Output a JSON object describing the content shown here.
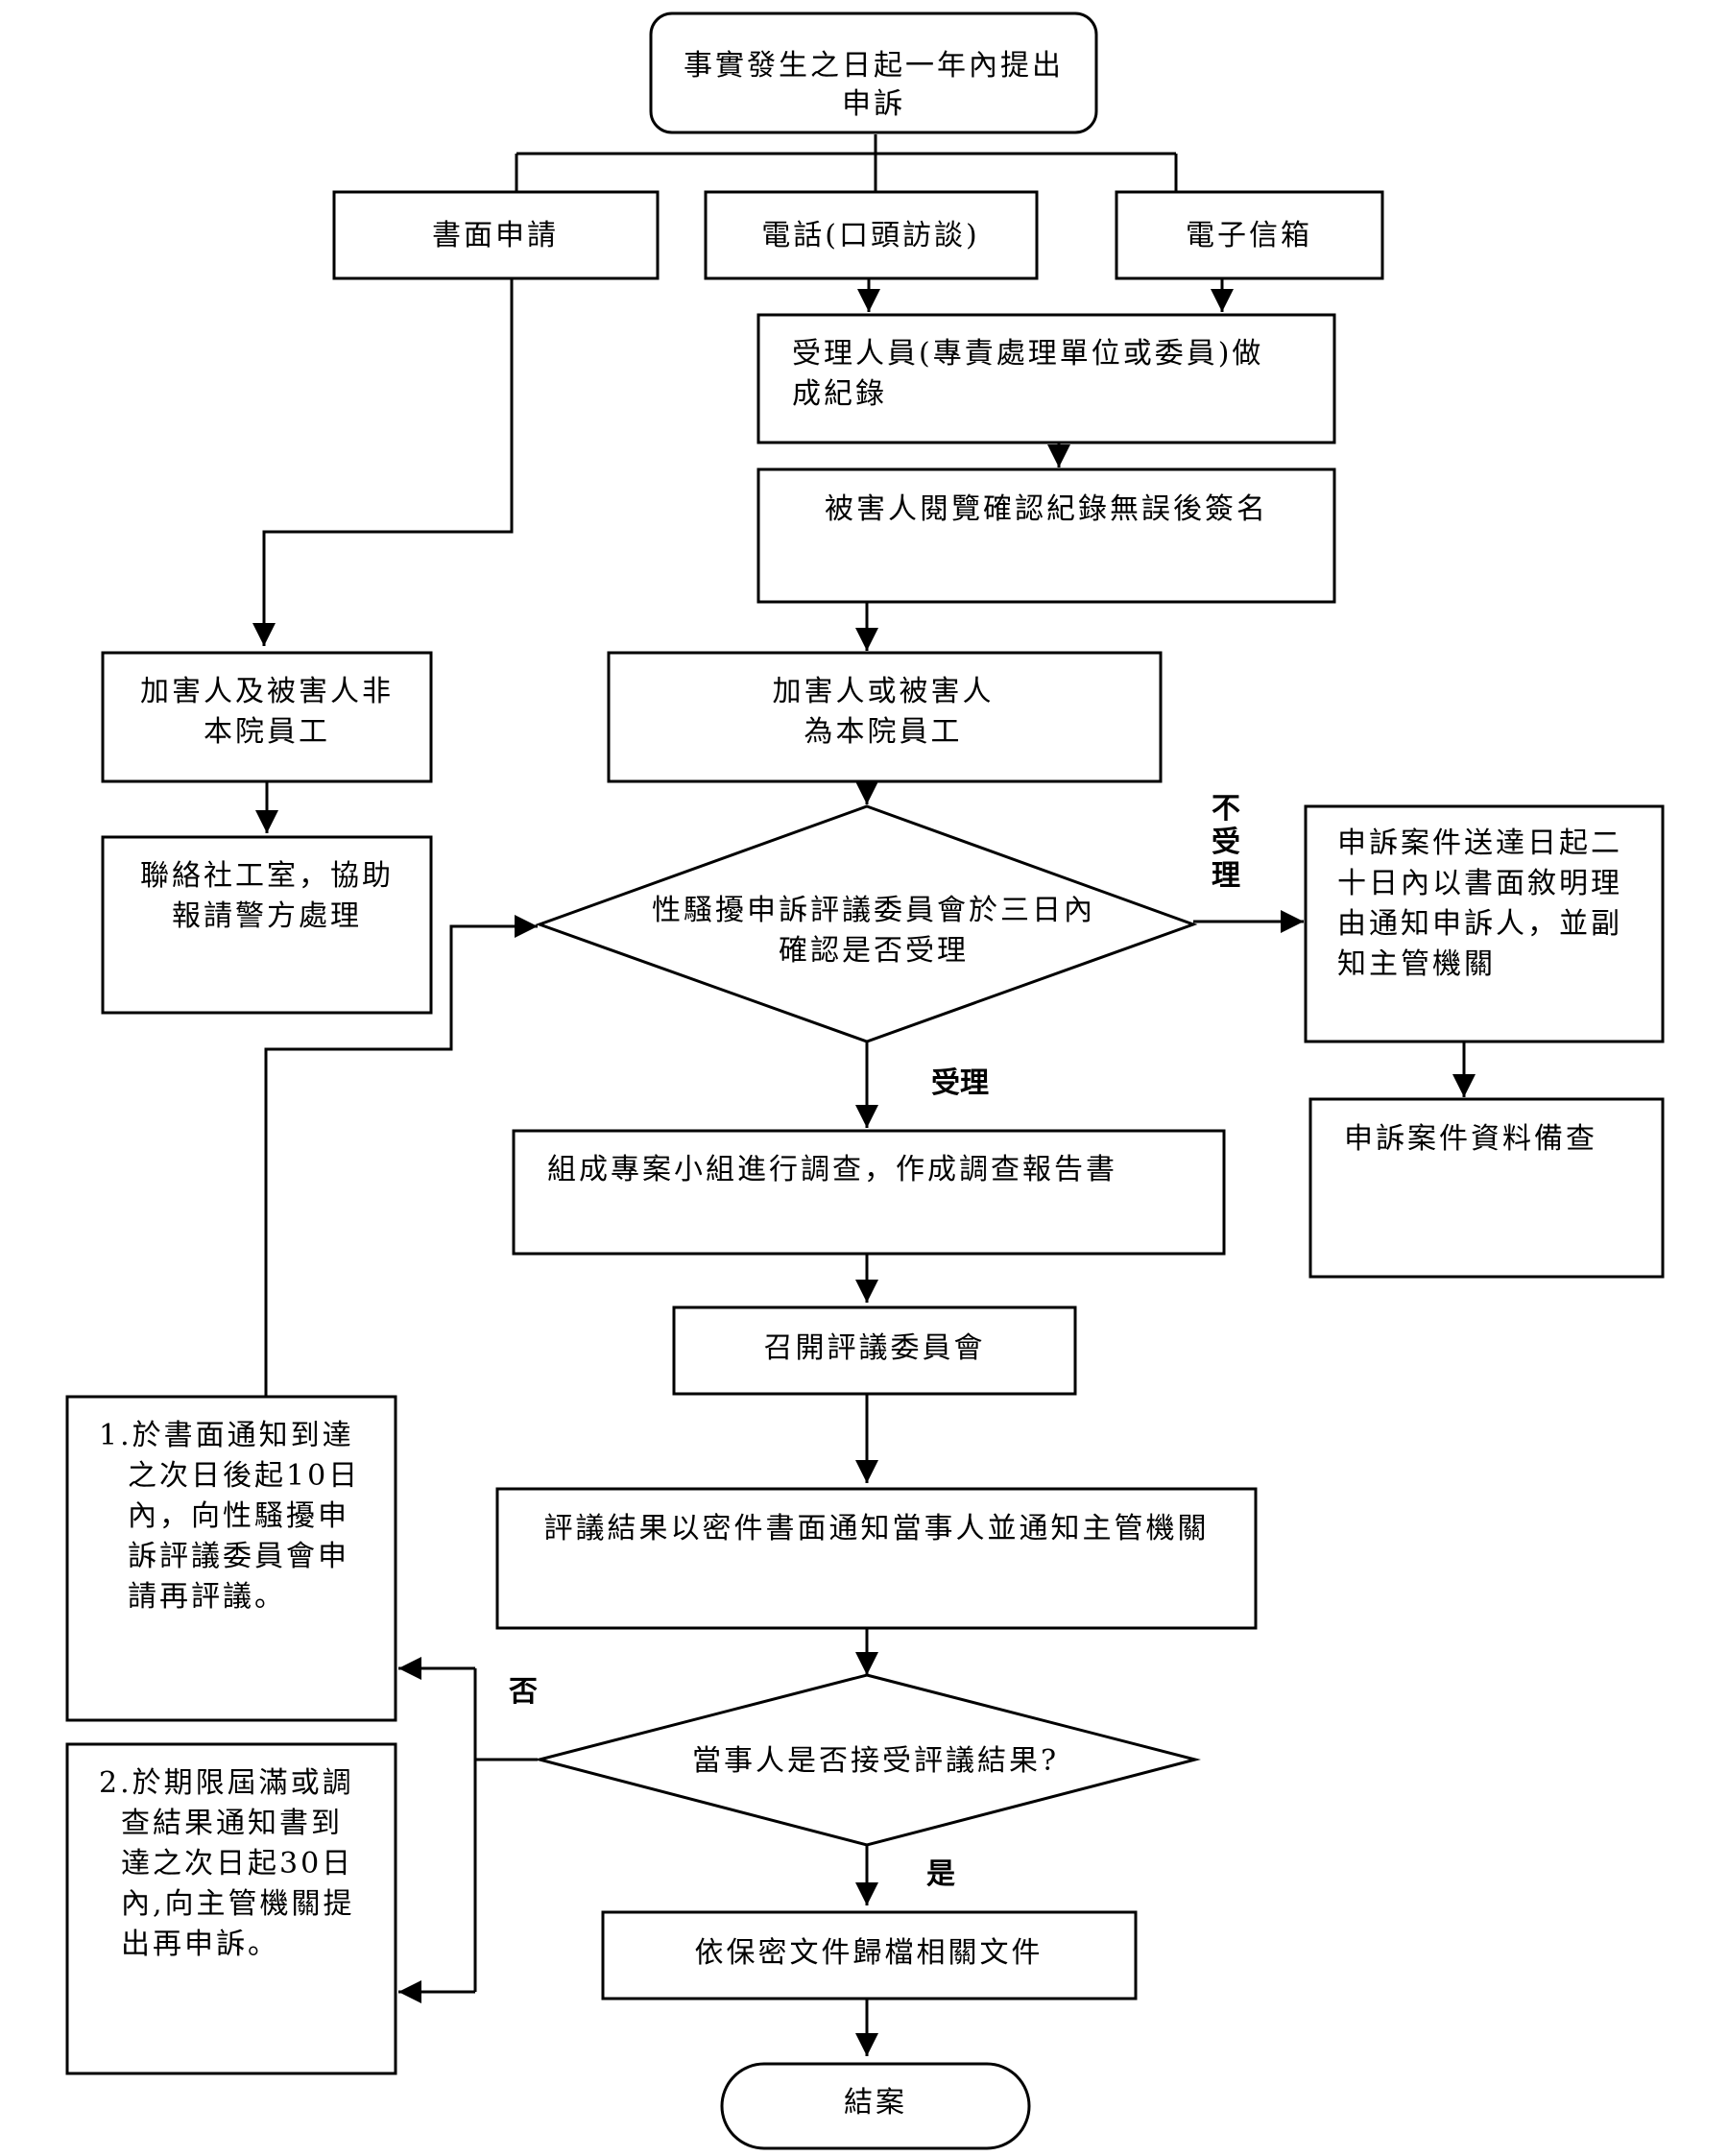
{
  "start": [
    "事實發生之日起一年內提出",
    "申訴"
  ],
  "channels": {
    "written": "書面申請",
    "phone": "電話(口頭訪談)",
    "email": "電子信箱"
  },
  "record": [
    "受理人員(專責處理單位或委員)做",
    "成紀錄"
  ],
  "sign": "被害人閱覽確認紀錄無誤後簽名",
  "non_employee": [
    "加害人及被害人非",
    "本院員工"
  ],
  "employee": [
    "加害人或被害人",
    "為本院員工"
  ],
  "police": [
    "聯絡社工室，協助",
    "報請警方處理"
  ],
  "decision1": [
    "性騷擾申訴評議委員會於三日內",
    "確認是否受理"
  ],
  "reject_label": [
    "不",
    "受",
    "理"
  ],
  "reject_notice": [
    "申訴案件送達日起二",
    "十日內以書面敘明理",
    "由通知申訴人，並副",
    "知主管機關"
  ],
  "archive_case": "申訴案件資料備查",
  "accept_label": "受理",
  "investigate": "組成專案小組進行調查，作成調查報告書",
  "committee": "召開評議委員會",
  "notify": "評議結果以密件書面通知當事人並通知主管機關",
  "decision2": "當事人是否接受評議結果?",
  "no_label": "否",
  "yes_label": "是",
  "reappeal1": [
    "1.於書面通知到達",
    "之次日後起10日",
    "內，向性騷擾申",
    "訴評議委員會申",
    "請再評議。"
  ],
  "reappeal2": [
    "2.於期限屆滿或調",
    "查結果通知書到",
    "達之次日起30日",
    "內,向主管機關提",
    "出再申訴。"
  ],
  "archive_docs": "依保密文件歸檔相關文件",
  "end": "結案"
}
